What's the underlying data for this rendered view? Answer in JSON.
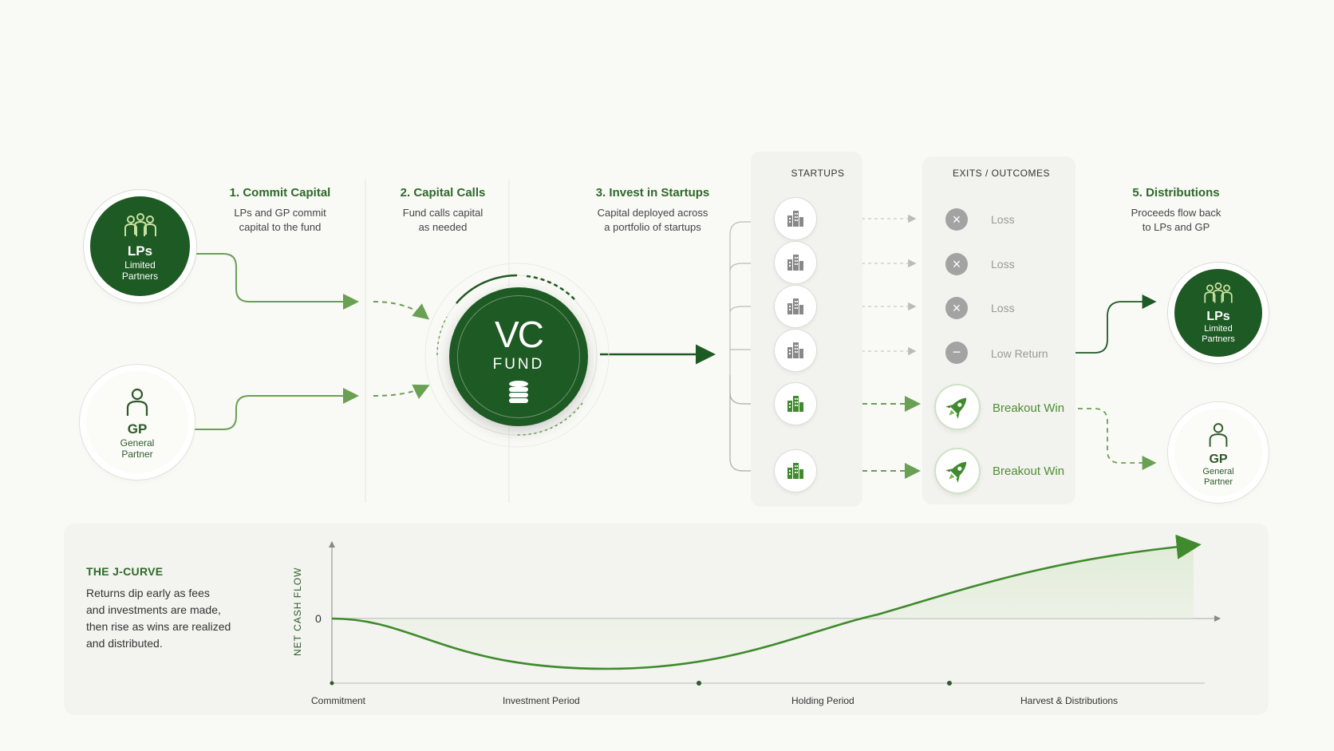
{
  "steps": [
    {
      "title": "1. Commit Capital",
      "desc": "LPs and GP commit\ncapital to the fund"
    },
    {
      "title": "2. Capital Calls",
      "desc": "Fund calls capital\nas needed"
    },
    {
      "title": "3. Invest in Startups",
      "desc": "Capital deployed across\na portfolio of startups"
    },
    {
      "title": "5. Distributions",
      "desc": "Proceeds flow back\nto LPs and GP"
    }
  ],
  "parties": {
    "lp": {
      "title": "LPs",
      "sub": "Limited\nPartners"
    },
    "gp": {
      "title": "GP",
      "sub": "General\nPartner"
    }
  },
  "fund": {
    "line1": "VC",
    "line2": "FUND"
  },
  "columns": {
    "startups": "STARTUPS",
    "exits": "EXITS / OUTCOMES"
  },
  "outcomes": [
    {
      "label": "Loss",
      "kind": "loss"
    },
    {
      "label": "Loss",
      "kind": "loss"
    },
    {
      "label": "Loss",
      "kind": "loss"
    },
    {
      "label": "Low Return",
      "kind": "low"
    },
    {
      "label": "Breakout Win",
      "kind": "win"
    },
    {
      "label": "Breakout Win",
      "kind": "win"
    }
  ],
  "jcurve": {
    "title": "THE J-CURVE",
    "desc": "Returns dip early as fees\nand investments are made,\nthen rise as wins are realized\nand distributed.",
    "ylabel": "NET CASH FLOW",
    "zero": "0",
    "phases": [
      "Commitment",
      "Investment Period",
      "Holding Period",
      "Harvest & Distributions"
    ]
  },
  "colors": {
    "dark_green": "#1e5a23",
    "accent_green": "#4d8f35",
    "grey": "#a3a3a3"
  }
}
